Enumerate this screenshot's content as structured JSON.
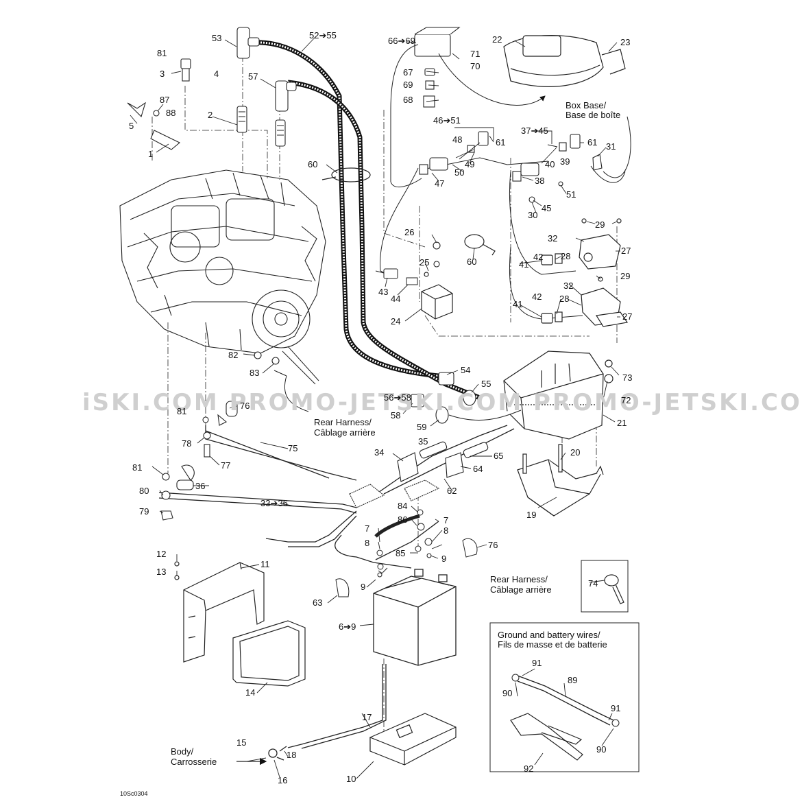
{
  "diagram": {
    "drawing_code": "10Sc0304",
    "watermark": "iSKI.COM PROMO-JETSKI.COM PROMO-JETSKI.COM",
    "notes": {
      "box_base": [
        "Box Base/",
        "Base de boîte"
      ],
      "rear_harness_1": [
        "Rear Harness/",
        "Câblage arrière"
      ],
      "rear_harness_2": [
        "Rear Harness/",
        "Câblage arrière"
      ],
      "body": [
        "Body/",
        "Carrosserie"
      ],
      "ground_box_title": [
        "Ground and battery wires/",
        "Fils de masse et de batterie"
      ]
    },
    "callouts": [
      {
        "id": "c53",
        "text": "53"
      },
      {
        "id": "c52",
        "text": "52➔55"
      },
      {
        "id": "c66",
        "text": "66➔69"
      },
      {
        "id": "c22",
        "text": "22"
      },
      {
        "id": "c23",
        "text": "23"
      },
      {
        "id": "c81a",
        "text": "81"
      },
      {
        "id": "c3",
        "text": "3"
      },
      {
        "id": "c4",
        "text": "4"
      },
      {
        "id": "c57",
        "text": "57"
      },
      {
        "id": "c71",
        "text": "71"
      },
      {
        "id": "c70",
        "text": "70"
      },
      {
        "id": "c67",
        "text": "67"
      },
      {
        "id": "c69",
        "text": "69"
      },
      {
        "id": "c68",
        "text": "68"
      },
      {
        "id": "c87",
        "text": "87"
      },
      {
        "id": "c88",
        "text": "88"
      },
      {
        "id": "c5",
        "text": "5"
      },
      {
        "id": "c2",
        "text": "2"
      },
      {
        "id": "c1",
        "text": "1"
      },
      {
        "id": "c46",
        "text": "46➔51"
      },
      {
        "id": "c37",
        "text": "37➔45"
      },
      {
        "id": "c48",
        "text": "48"
      },
      {
        "id": "c61a",
        "text": "61"
      },
      {
        "id": "c61b",
        "text": "61"
      },
      {
        "id": "c31",
        "text": "31"
      },
      {
        "id": "c49",
        "text": "49"
      },
      {
        "id": "c40",
        "text": "40"
      },
      {
        "id": "c39",
        "text": "39"
      },
      {
        "id": "c60a",
        "text": "60"
      },
      {
        "id": "c50",
        "text": "50"
      },
      {
        "id": "c47",
        "text": "47"
      },
      {
        "id": "c38",
        "text": "38"
      },
      {
        "id": "c51",
        "text": "51"
      },
      {
        "id": "c45",
        "text": "45"
      },
      {
        "id": "c30",
        "text": "30"
      },
      {
        "id": "c29a",
        "text": "29"
      },
      {
        "id": "c26",
        "text": "26"
      },
      {
        "id": "c32a",
        "text": "32"
      },
      {
        "id": "c27a",
        "text": "27"
      },
      {
        "id": "c60b",
        "text": "60"
      },
      {
        "id": "c28a",
        "text": "28"
      },
      {
        "id": "c25",
        "text": "25"
      },
      {
        "id": "c42a",
        "text": "42"
      },
      {
        "id": "c41a",
        "text": "41"
      },
      {
        "id": "c29b",
        "text": "29"
      },
      {
        "id": "c32b",
        "text": "32"
      },
      {
        "id": "c43",
        "text": "43"
      },
      {
        "id": "c44",
        "text": "44"
      },
      {
        "id": "c28b",
        "text": "28"
      },
      {
        "id": "c42b",
        "text": "42"
      },
      {
        "id": "c41b",
        "text": "41"
      },
      {
        "id": "c27b",
        "text": "27"
      },
      {
        "id": "c24",
        "text": "24"
      },
      {
        "id": "c82",
        "text": "82"
      },
      {
        "id": "c54",
        "text": "54"
      },
      {
        "id": "c73",
        "text": "73"
      },
      {
        "id": "c83",
        "text": "83"
      },
      {
        "id": "c55",
        "text": "55"
      },
      {
        "id": "c56",
        "text": "56➔58"
      },
      {
        "id": "c72",
        "text": "72"
      },
      {
        "id": "c81b",
        "text": "81"
      },
      {
        "id": "c76a",
        "text": "76"
      },
      {
        "id": "c58",
        "text": "58"
      },
      {
        "id": "c21",
        "text": "21"
      },
      {
        "id": "c59",
        "text": "59"
      },
      {
        "id": "c78",
        "text": "78"
      },
      {
        "id": "c35",
        "text": "35"
      },
      {
        "id": "c20",
        "text": "20"
      },
      {
        "id": "c75",
        "text": "75"
      },
      {
        "id": "c65",
        "text": "65"
      },
      {
        "id": "c34",
        "text": "34"
      },
      {
        "id": "c77",
        "text": "77"
      },
      {
        "id": "c64",
        "text": "64"
      },
      {
        "id": "c81c",
        "text": "81"
      },
      {
        "id": "c36",
        "text": "36"
      },
      {
        "id": "c62",
        "text": "62"
      },
      {
        "id": "c80",
        "text": "80"
      },
      {
        "id": "c33",
        "text": "33➔36"
      },
      {
        "id": "c84",
        "text": "84"
      },
      {
        "id": "c79",
        "text": "79"
      },
      {
        "id": "c86",
        "text": "86"
      },
      {
        "id": "c19",
        "text": "19"
      },
      {
        "id": "c7a",
        "text": "7"
      },
      {
        "id": "c7b",
        "text": "7"
      },
      {
        "id": "c8a",
        "text": "8"
      },
      {
        "id": "c8b",
        "text": "8"
      },
      {
        "id": "c76b",
        "text": "76"
      },
      {
        "id": "c12",
        "text": "12"
      },
      {
        "id": "c85",
        "text": "85"
      },
      {
        "id": "c9a",
        "text": "9"
      },
      {
        "id": "c11",
        "text": "11"
      },
      {
        "id": "c13",
        "text": "13"
      },
      {
        "id": "c9b",
        "text": "9"
      },
      {
        "id": "c74",
        "text": "74"
      },
      {
        "id": "c63",
        "text": "63"
      },
      {
        "id": "c6",
        "text": "6➔9"
      },
      {
        "id": "c91a",
        "text": "91"
      },
      {
        "id": "c89",
        "text": "89"
      },
      {
        "id": "c90a",
        "text": "90"
      },
      {
        "id": "c14",
        "text": "14"
      },
      {
        "id": "c91b",
        "text": "91"
      },
      {
        "id": "c17",
        "text": "17"
      },
      {
        "id": "c92",
        "text": "92"
      },
      {
        "id": "c90b",
        "text": "90"
      },
      {
        "id": "c15",
        "text": "15"
      },
      {
        "id": "c18",
        "text": "18"
      },
      {
        "id": "c16",
        "text": "16"
      },
      {
        "id": "c10",
        "text": "10"
      }
    ]
  }
}
